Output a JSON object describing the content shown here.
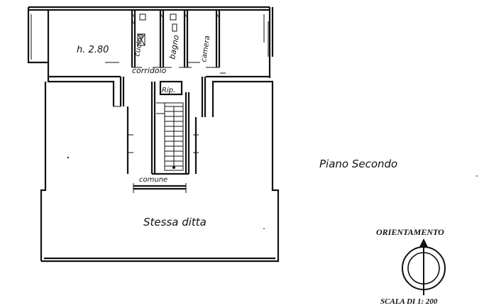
{
  "plan": {
    "floor_label": "Piano Secondo",
    "height_note": "h. 2.80",
    "rooms": {
      "cucina": "cucina",
      "bagno": "bagno",
      "camera": "camera",
      "corridoio": "corridoio",
      "ripostiglio": "Rip.",
      "comune": "comune"
    },
    "lower_area_label": "Stessa ditta"
  },
  "orientation": {
    "title": "ORIENTAMENTO",
    "icon": "compass-icon"
  },
  "scale": {
    "label": "SCALA DI 1: 200"
  }
}
